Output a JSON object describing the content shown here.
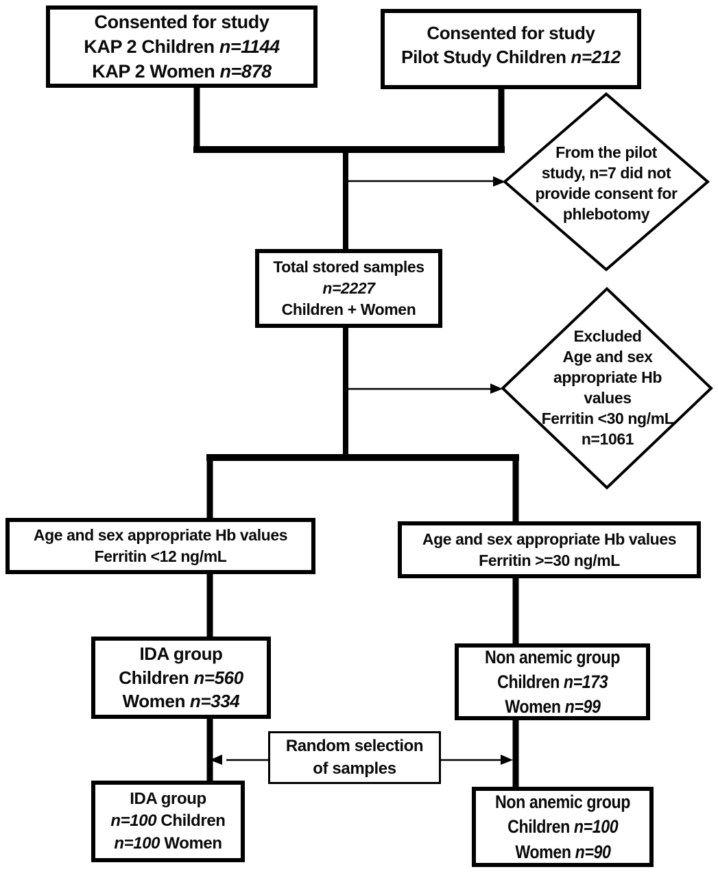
{
  "nodes": {
    "consented_kap": {
      "l1": "Consented for study",
      "l2a": "KAP 2 Children ",
      "l2b": "n=1144",
      "l3a": "KAP 2 Women ",
      "l3b": "n=878"
    },
    "consented_pilot": {
      "l1": "Consented for study",
      "l2a": "Pilot Study Children ",
      "l2b": "n=212"
    },
    "diamond_pilot": {
      "l1": "From the pilot",
      "l2": "study, n=7 did not",
      "l3": "provide consent for",
      "l4": "phlebotomy"
    },
    "total_samples": {
      "l1": "Total stored samples",
      "l2": "n=2227",
      "l3": "Children + Women"
    },
    "diamond_excluded": {
      "l1": "Excluded",
      "l2": "Age and sex",
      "l3": "appropriate Hb",
      "l4": "values",
      "l5": "Ferritin <30 ng/mL",
      "l6": "n=1061"
    },
    "hb_low": {
      "l1": "Age and sex appropriate Hb values",
      "l2": "Ferritin <12 ng/mL"
    },
    "hb_high": {
      "l1": "Age and sex appropriate Hb values",
      "l2": "Ferritin >=30 ng/mL"
    },
    "ida_group": {
      "l1": "IDA group",
      "l2a": "Children ",
      "l2b": "n=560",
      "l3a": "Women ",
      "l3b": "n=334"
    },
    "non_anemic": {
      "l1": "Non anemic group",
      "l2a": "Children ",
      "l2b": "n=173",
      "l3a": "Women ",
      "l3b": "n=99"
    },
    "random_selection": {
      "l1": "Random selection",
      "l2": "of samples"
    },
    "ida_final": {
      "l1": "IDA group",
      "l2a": "n=100",
      "l2b": " Children",
      "l3a": "n=100",
      "l3b": " Women"
    },
    "non_anemic_final": {
      "l1": "Non anemic group",
      "l2a": "Children ",
      "l2b": "n=100",
      "l3a": "Women ",
      "l3b": "n=90"
    }
  },
  "colors": {
    "ink": "#000000",
    "background": "#ffffff"
  }
}
